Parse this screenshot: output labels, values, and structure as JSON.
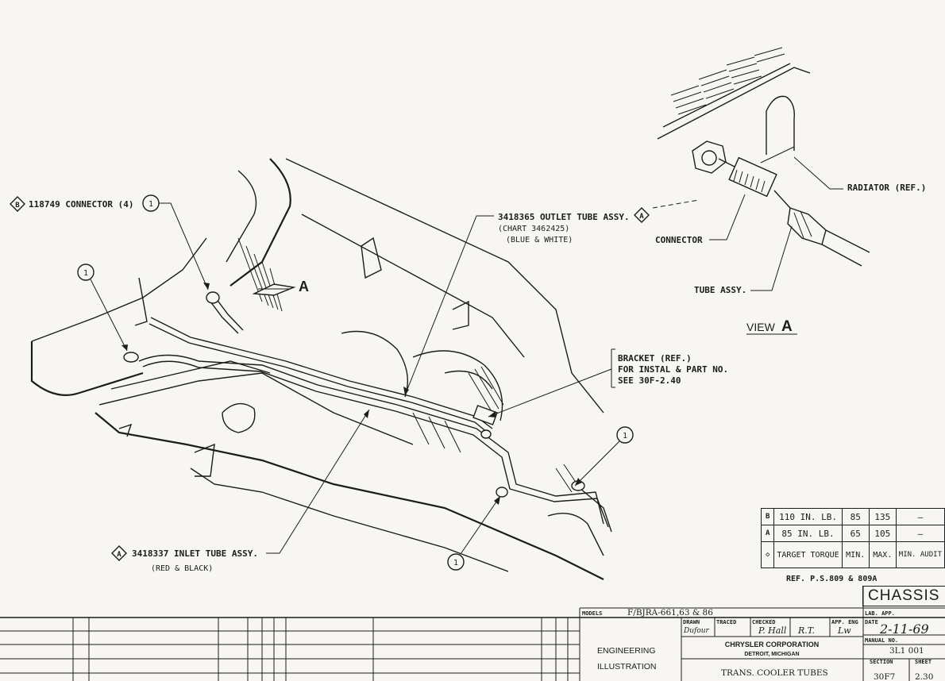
{
  "callouts": {
    "connector_118749": "118749 CONNECTOR (4)",
    "outlet_tube": [
      "3418365 OUTLET TUBE ASSY.",
      "(CHART 3462425)",
      "(BLUE & WHITE)"
    ],
    "inlet_tube": [
      "3418337 INLET TUBE ASSY.",
      "(RED & BLACK)"
    ],
    "bracket": [
      "BRACKET (REF.)",
      "FOR INSTAL & PART NO.",
      "SEE 30F-2.40"
    ],
    "radiator": "RADIATOR (REF.)",
    "connector": "CONNECTOR",
    "tube_assy": "TUBE ASSY.",
    "view_a_label": "VIEW",
    "view_a_letter": "A",
    "detail_letter": "A",
    "marker_b": "B",
    "marker_a": "A",
    "circle_one": "1"
  },
  "torque_table": {
    "rows": [
      {
        "key": "B",
        "desc": "110 IN. LB.",
        "min": "85",
        "max": "135",
        "audit": "—"
      },
      {
        "key": "A",
        "desc": "85 IN. LB.",
        "min": "65",
        "max": "105",
        "audit": "—"
      }
    ],
    "header": {
      "desc": "TARGET TORQUE",
      "min": "MIN.",
      "max": "MAX.",
      "audit": "MIN. AUDIT"
    },
    "ref_note": "REF. P.S.809 & 809A"
  },
  "title_block": {
    "chassis": "CHASSIS",
    "models_label": "MODELS",
    "models_value": "F/BJRA-661,63 & 86",
    "drawn_label": "DRAWN",
    "drawn_value": "Dufour",
    "traced_label": "TRACED",
    "checked_label": "CHECKED",
    "approved_label": "APP. ENG",
    "date_label": "DATE",
    "date_value": "2-11-69",
    "manual_label": "MANUAL NO.",
    "manual_value": "3L1 001",
    "eng_line1": "ENGINEERING",
    "eng_line2": "ILLUSTRATION",
    "company": "CHRYSLER CORPORATION",
    "city": "DETROIT, MICHIGAN",
    "subject": "TRANS. COOLER TUBES",
    "section_label": "SECTION",
    "section_value": "30F7",
    "sheet_label": "SHEET",
    "sheet_value": "2.30",
    "lab_app_label": "LAB. APP.",
    "signature_a": "P. Hall",
    "signature_b": "R.T.",
    "signature_c": "Lw"
  },
  "colors": {
    "ink": "#1c1c1c",
    "paper": "#f7f6f2"
  }
}
